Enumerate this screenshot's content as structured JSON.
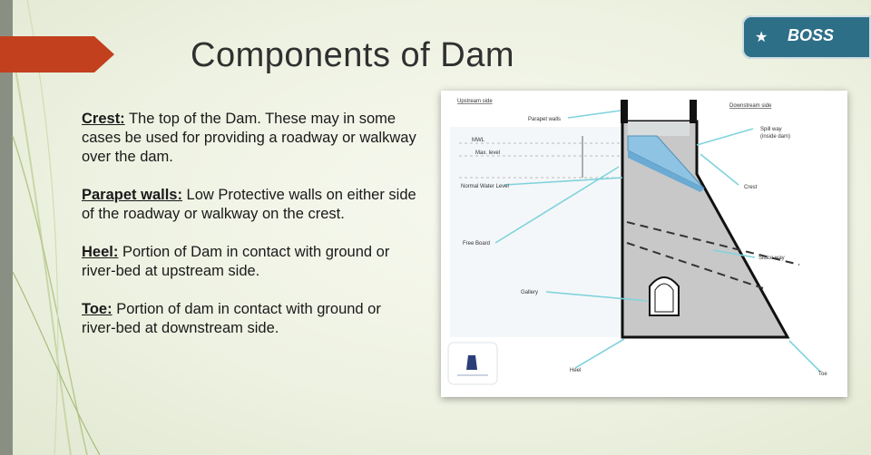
{
  "slide": {
    "title": "Components of Dam",
    "badge": {
      "text": "BOSS",
      "icon": "star-icon"
    }
  },
  "definitions": [
    {
      "term": "Crest:",
      "text": " The top of the Dam. These may in some cases be used for providing a roadway or walkway over the dam."
    },
    {
      "term": "Parapet walls:",
      "text": " Low Protective walls on either side of the roadway or walkway on the crest."
    },
    {
      "term": "Heel:",
      "text": " Portion of Dam in contact with ground or river-bed at upstream side."
    },
    {
      "term": "Toe:",
      "text": " Portion of dam in contact with ground or river-bed at downstream side."
    }
  ],
  "diagram": {
    "labels": {
      "upstream_side": "Upstream side",
      "downstream_side": "Downstream side",
      "parapet_walls": "Parapet walls",
      "mwl": "MWL",
      "max_level": "Max. level",
      "normal_water_level": "Normal Water Level",
      "free_board": "Free Board",
      "gallery": "Gallery",
      "heel": "Heel",
      "spill_way": "Spill way",
      "inside_dam": "(inside dam)",
      "crest": "Crest",
      "sluice_way": "Sluice way",
      "toe": "Toe"
    },
    "colors": {
      "dam_fill": "#c8c8c8",
      "water": "#bfe0e8",
      "spillway": "#8fc3e3",
      "leader": "#7fd3dc",
      "outline": "#111111"
    }
  }
}
